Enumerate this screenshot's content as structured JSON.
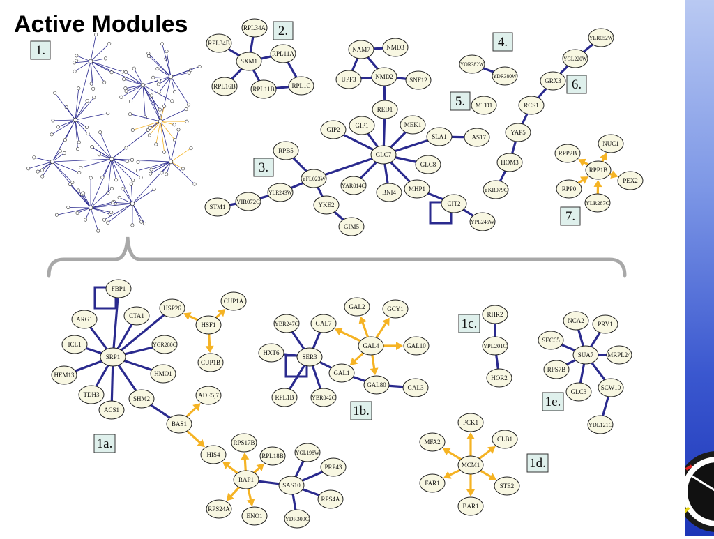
{
  "title": "Active Modules",
  "colors": {
    "interaction": "#2a2a8e",
    "regulation": "#f5b324",
    "node_fill": "#f8f7e2",
    "label_box": "#dff0ec"
  },
  "module_labels": [
    "1.",
    "2.",
    "3.",
    "4.",
    "5.",
    "6.",
    "7.",
    "1a.",
    "1b.",
    "1c.",
    "1d.",
    "1e."
  ],
  "nodes": [
    "RPL34A",
    "RPL34B",
    "SXM1",
    "RPL11A",
    "RPL16B",
    "RPL11B",
    "RPL1C",
    "NAM7",
    "NMD3",
    "UPF3",
    "NMD2",
    "SNF12",
    "RED1",
    "GIP2",
    "GIP1",
    "MEK1",
    "GLC7",
    "SLA1",
    "LAS17",
    "GLC8",
    "YAR014C",
    "BNI4",
    "MHP1",
    "CIT2",
    "YPL245W",
    "RPB5",
    "YFL023W",
    "YLR243W",
    "YIR072C",
    "STM1",
    "YKE2",
    "GIM5",
    "YOR382W",
    "YDR380W",
    "MTD1",
    "YLR052W",
    "YGL220W",
    "GRX3",
    "RCS1",
    "YAP5",
    "HOM3",
    "YKR079C",
    "NUC1",
    "RPP2B",
    "RPP1B",
    "PEX2",
    "RPP0",
    "YLR287C",
    "FBP1",
    "ARG1",
    "CTA1",
    "HSP26",
    "CUP1A",
    "HSF1",
    "ICL1",
    "SRP1",
    "YGR280C",
    "CUP1B",
    "HEM13",
    "HMO1",
    "TDH3",
    "SHM2",
    "ADE5,7",
    "ACS1",
    "BAS1",
    "HIS4",
    "RPS17B",
    "RPL18B",
    "YGL198W",
    "PRP43",
    "RAP1",
    "SAS10",
    "RPS4A",
    "RPS24A",
    "ENO1",
    "YDR309C",
    "GAL2",
    "GCY1",
    "YBR247C",
    "GAL7",
    "GAL4",
    "HXT6",
    "SER3",
    "GAL10",
    "GAL1",
    "GAL80",
    "GAL3",
    "RPL1B",
    "YBR042C",
    "RHR2",
    "YPL201C",
    "HOR2",
    "PCK1",
    "MFA2",
    "CLB1",
    "MCM1",
    "FAR1",
    "STE2",
    "BAR1",
    "NCA2",
    "PRY1",
    "SEC65",
    "SUA7",
    "MRPL24",
    "RPS7B",
    "GLC3",
    "SCW10",
    "YDL121C"
  ]
}
